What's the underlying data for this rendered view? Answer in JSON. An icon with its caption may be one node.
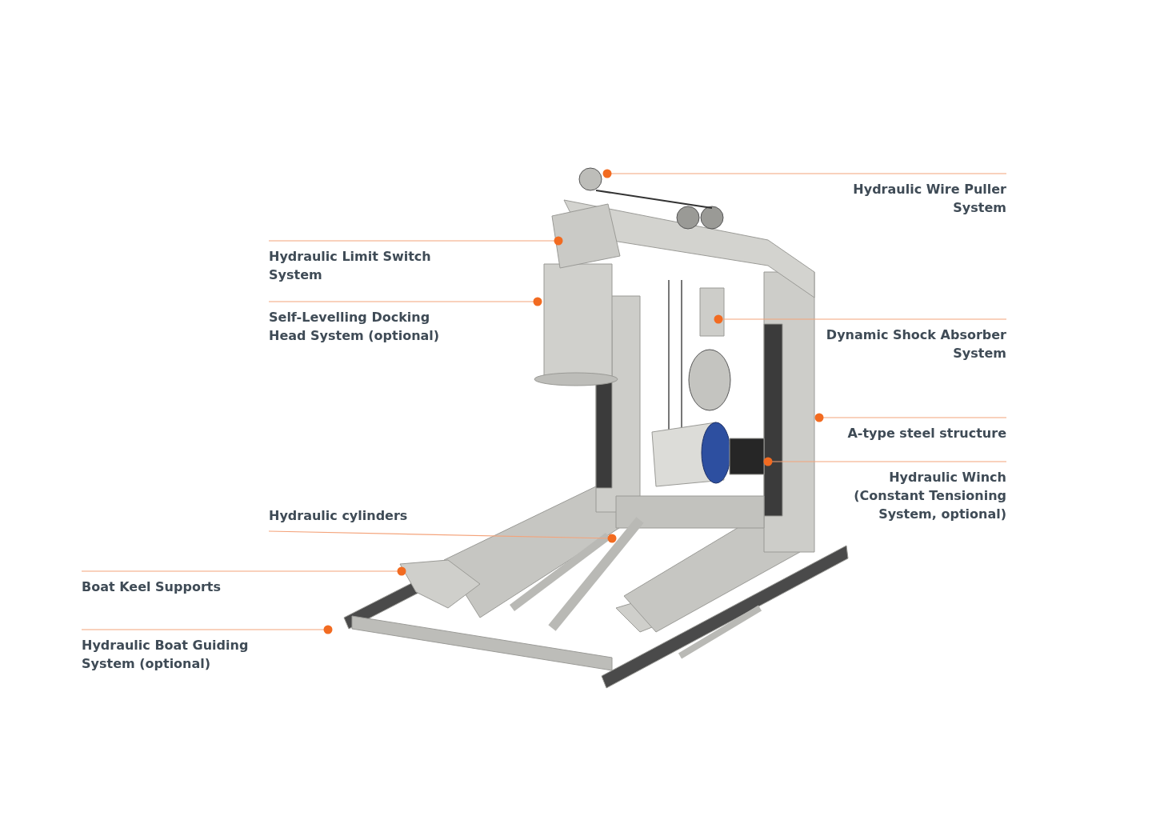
{
  "diagram": {
    "nodes": [
      {
        "text": [
          "Hydraulic Wire Puller System"
        ]
      },
      {
        "text": [
          "Hydraulic Limit Switch System"
        ]
      },
      {
        "text": [
          "Self-Levelling Docking Head System (optional)"
        ]
      },
      {
        "text": [
          "Dynamic Shock Absorber System"
        ]
      },
      {
        "text": [
          "A-type steel structure"
        ]
      },
      {
        "text": [
          "Hydraulic Winch (Constant Tensioning System, optional)"
        ]
      },
      {
        "text": [
          "Hydraulic cylinders"
        ]
      },
      {
        "text": [
          "Boat Keel Supports"
        ]
      },
      {
        "text": [
          "Hydraulic Boat Guiding System (optional)"
        ]
      }
    ],
    "edges": [
      {
        "from": 0,
        "to": null,
        "arrow": "other"
      },
      {
        "from": 1,
        "to": null,
        "arrow": "other"
      },
      {
        "from": 2,
        "to": null,
        "arrow": "other"
      },
      {
        "from": 3,
        "to": null,
        "arrow": "other"
      },
      {
        "from": 4,
        "to": null,
        "arrow": "other"
      },
      {
        "from": 5,
        "to": null,
        "arrow": "other"
      },
      {
        "from": 6,
        "to": null,
        "arrow": "other"
      },
      {
        "from": 7,
        "to": null,
        "arrow": "other"
      },
      {
        "from": 8,
        "to": null,
        "arrow": "other"
      }
    ]
  }
}
